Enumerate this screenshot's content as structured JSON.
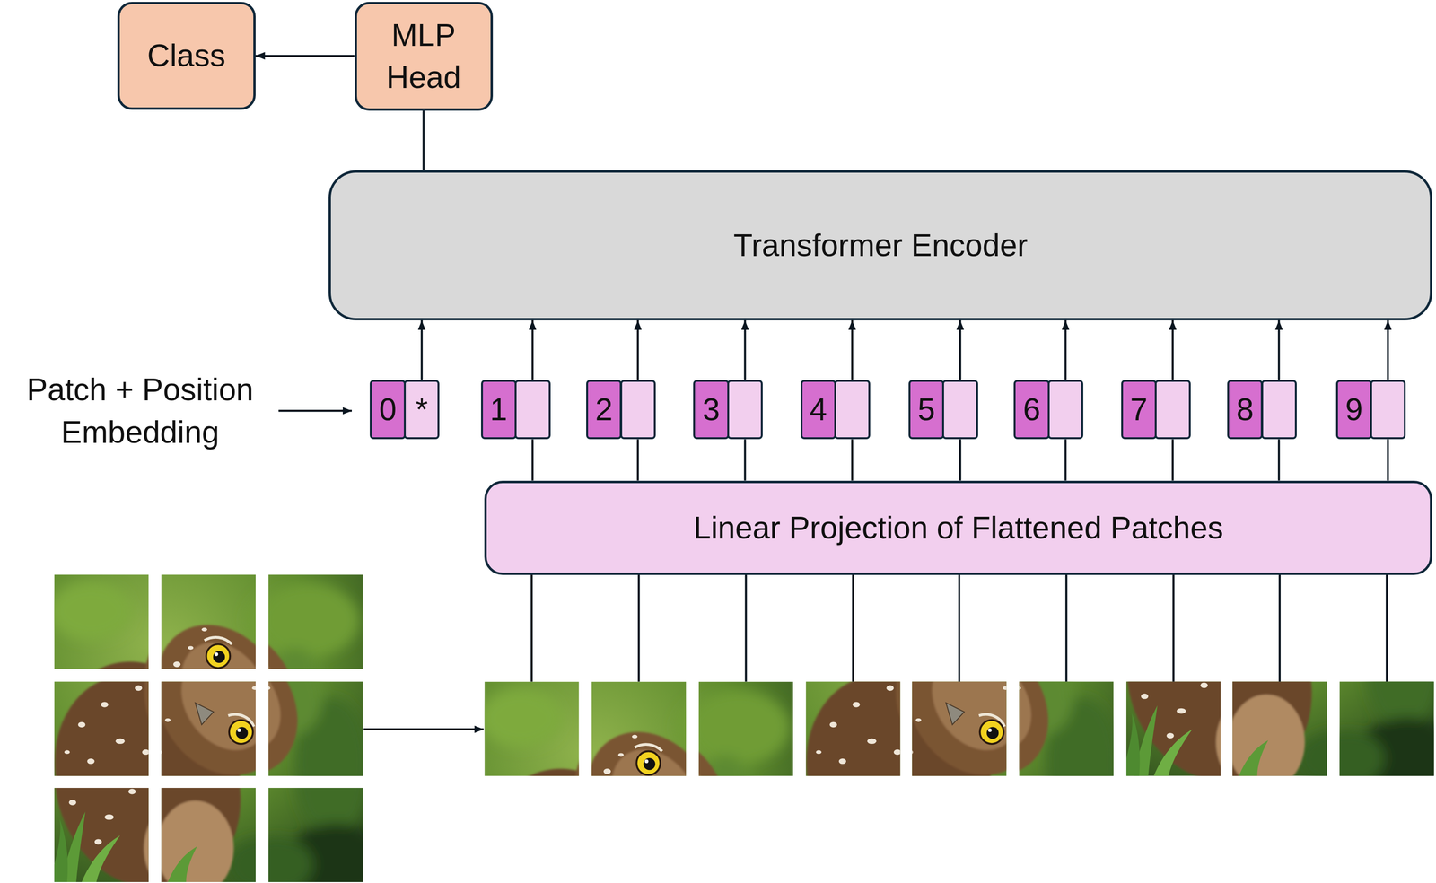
{
  "diagram": {
    "nodes": [
      {
        "text": [
          "Class"
        ]
      },
      {
        "text": [
          "MLP Head"
        ]
      },
      {
        "text": [
          "Transformer Encoder"
        ]
      },
      {
        "text": [
          "0",
          "*"
        ]
      },
      {
        "text": [
          "1"
        ]
      },
      {
        "text": [
          "2"
        ]
      },
      {
        "text": [
          "3"
        ]
      },
      {
        "text": [
          "4"
        ]
      },
      {
        "text": [
          "5"
        ]
      },
      {
        "text": [
          "6"
        ]
      },
      {
        "text": [
          "7"
        ]
      },
      {
        "text": [
          "8"
        ]
      },
      {
        "text": [
          "9"
        ]
      },
      {
        "text": [
          "Linear Projection of Flattened Patches"
        ]
      }
    ],
    "edges": [
      {
        "from": 1,
        "to": 0,
        "arrow": "to"
      },
      {
        "from": 2,
        "to": 1,
        "arrow": "none"
      },
      {
        "from": 3,
        "to": 2,
        "arrow": "to"
      },
      {
        "from": 4,
        "to": 2,
        "arrow": "to"
      },
      {
        "from": 5,
        "to": 2,
        "arrow": "to"
      },
      {
        "from": 6,
        "to": 2,
        "arrow": "to"
      },
      {
        "from": 7,
        "to": 2,
        "arrow": "to"
      },
      {
        "from": 8,
        "to": 2,
        "arrow": "to"
      },
      {
        "from": 9,
        "to": 2,
        "arrow": "to"
      },
      {
        "from": 10,
        "to": 2,
        "arrow": "to"
      },
      {
        "from": 11,
        "to": 2,
        "arrow": "to"
      },
      {
        "from": 12,
        "to": 2,
        "arrow": "to"
      },
      {
        "from": 13,
        "to": 4,
        "arrow": "none"
      },
      {
        "from": 13,
        "to": 5,
        "arrow": "none"
      },
      {
        "from": 13,
        "to": 6,
        "arrow": "none"
      },
      {
        "from": 13,
        "to": 7,
        "arrow": "none"
      },
      {
        "from": 13,
        "to": 8,
        "arrow": "none"
      },
      {
        "from": 13,
        "to": 9,
        "arrow": "none"
      },
      {
        "from": 13,
        "to": 10,
        "arrow": "none"
      },
      {
        "from": 13,
        "to": 11,
        "arrow": "none"
      },
      {
        "from": 13,
        "to": 12,
        "arrow": "none"
      }
    ],
    "labels": [
      "Patch + Position Embedding"
    ]
  }
}
